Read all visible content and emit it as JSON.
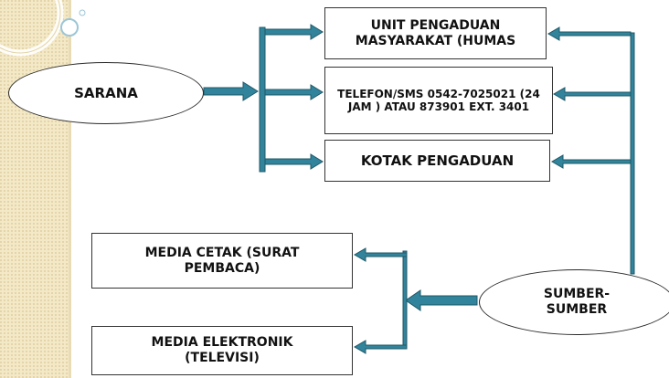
{
  "nodes": {
    "sarana": "SARANA",
    "unit_pengaduan": "UNIT PENGADUAN MASYARAKAT (HUMAS",
    "telefon": "TELEFON/SMS 0542-7025021 (24 JAM ) ATAU 873901 EXT. 3401",
    "kotak": "KOTAK PENGADUAN",
    "media_cetak": "MEDIA CETAK (SURAT PEMBACA)",
    "media_elektronik": "MEDIA ELEKTRONIK (TELEVISI)",
    "sumber": "SUMBER-SUMBER"
  },
  "colors": {
    "arrow": "#31849b",
    "arrow_edge": "#205867",
    "strip": "#f3e9c7"
  }
}
